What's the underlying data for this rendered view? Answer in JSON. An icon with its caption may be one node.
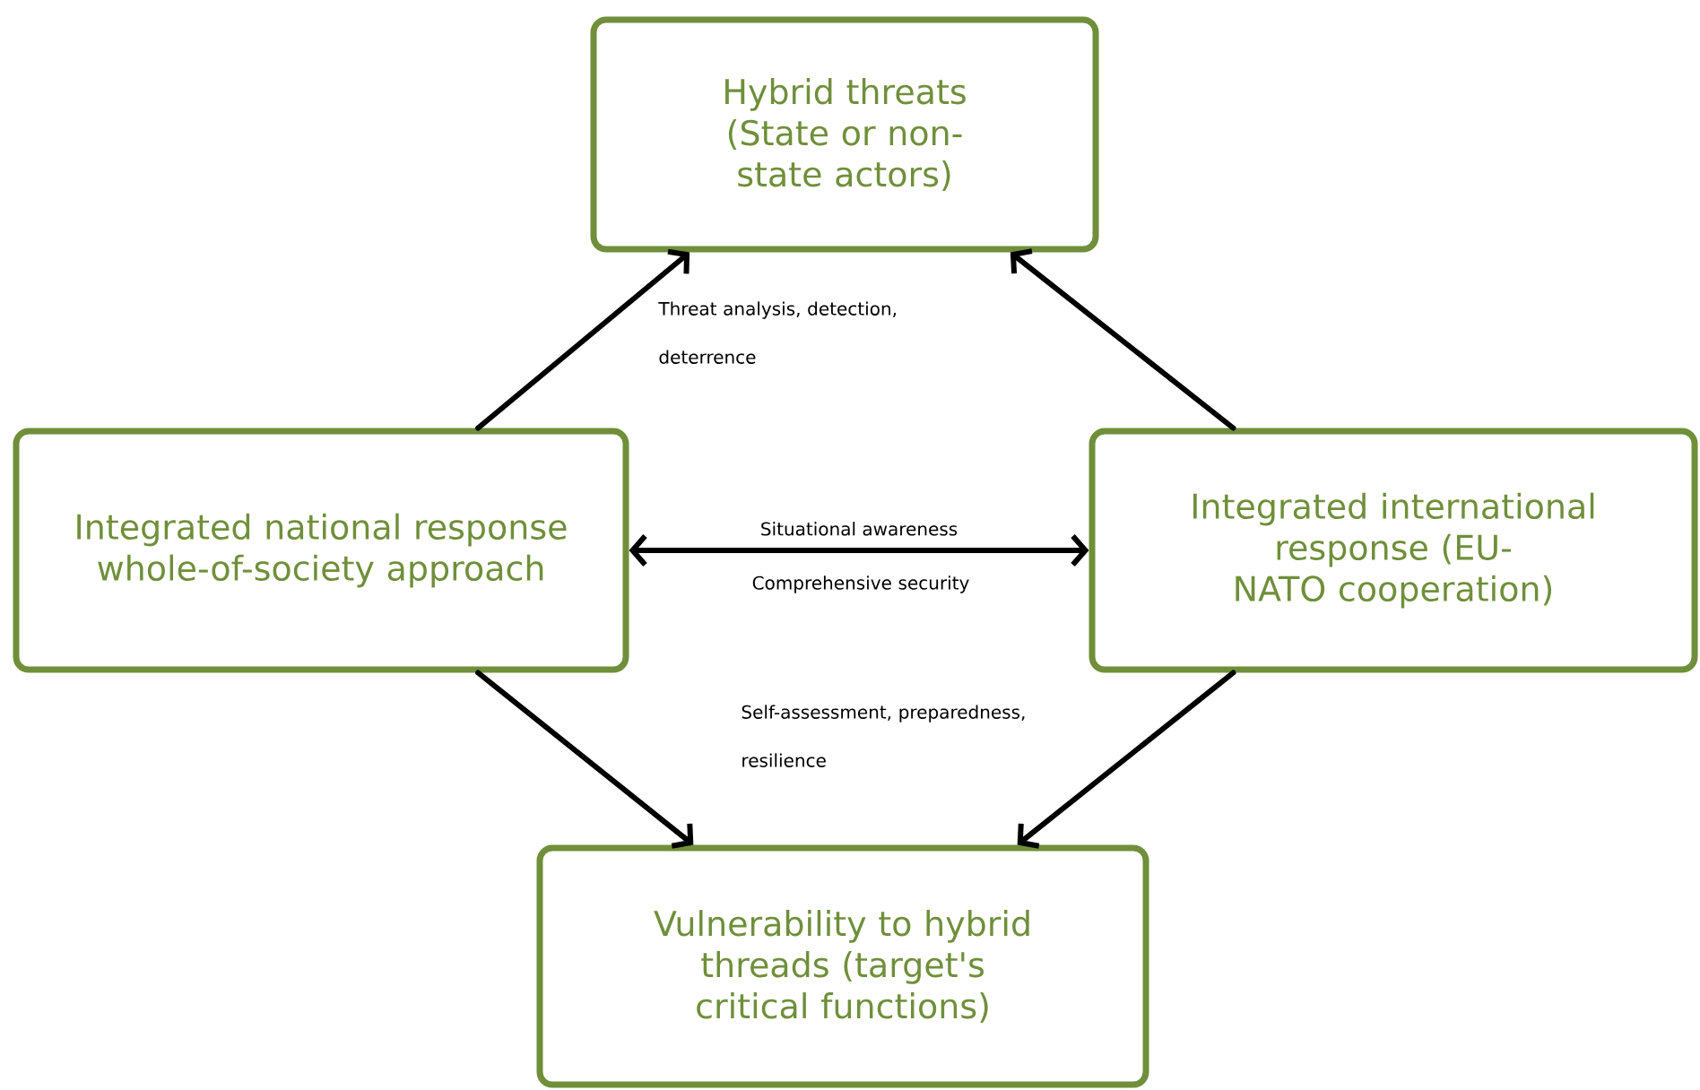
{
  "diagram": {
    "nodes": [
      {
        "text": [
          "Hybrid threats (State or non-state actors)"
        ]
      },
      {
        "text": [
          "Integrated national response whole-of-society approach"
        ]
      },
      {
        "text": [
          "Integrated international response (EU-NATO cooperation)"
        ]
      },
      {
        "text": [
          "Vulnerability to hybrid threads (target's critical functions)"
        ]
      }
    ],
    "edges": [
      {
        "from": 1,
        "to": 0,
        "arrow": "to"
      },
      {
        "from": 2,
        "to": 0,
        "arrow": "to"
      },
      {
        "from": 1,
        "to": 2,
        "arrow": "both",
        "label": "Situational awareness"
      },
      {
        "from": 1,
        "to": 3,
        "arrow": "to"
      },
      {
        "from": 2,
        "to": 3,
        "arrow": "to"
      }
    ],
    "labels": [
      "Threat analysis, detection, deterrence",
      "Comprehensive security",
      "Self-assessment, preparedness, resilience"
    ]
  }
}
